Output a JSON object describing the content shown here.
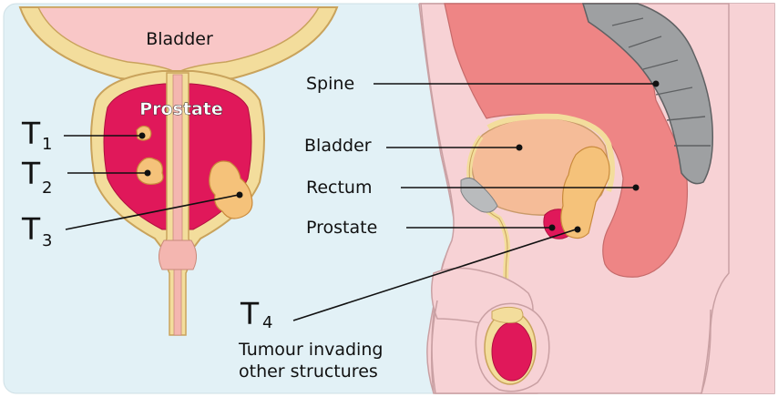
{
  "left_diagram": {
    "bladder_label": "Bladder",
    "prostate_label": "Prostate",
    "stages": [
      {
        "letter": "T",
        "sub": "1"
      },
      {
        "letter": "T",
        "sub": "2"
      },
      {
        "letter": "T",
        "sub": "3"
      }
    ]
  },
  "right_diagram": {
    "labels": {
      "spine": "Spine",
      "bladder": "Bladder",
      "rectum": "Rectum",
      "prostate": "Prostate"
    },
    "t4": {
      "letter": "T",
      "sub": "4"
    },
    "caption_line1": "Tumour invading",
    "caption_line2": "other structures"
  },
  "colors": {
    "panel_bg": "#e2f1f6",
    "skin": "#f7d2d5",
    "bladder_fill": "#f9c7c7",
    "bladder_wall": "#f3dd9c",
    "prostate_red": "#e0185a",
    "tumour": "#f5c27a",
    "rectum": "#ee8585",
    "spine": "#9ea0a2"
  }
}
